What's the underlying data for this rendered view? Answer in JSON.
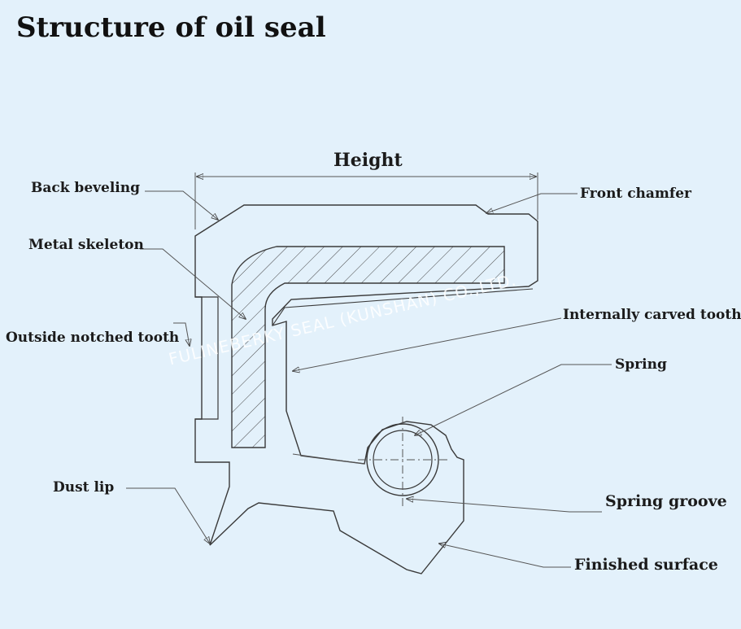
{
  "title": "Structure of oil seal",
  "labels": {
    "height": "Height",
    "back_beveling": "Back beveling",
    "front_chamfer": "Front chamfer",
    "metal_skeleton": "Metal skeleton",
    "internally_carved_tooth": "Internally carved tooth",
    "outside_notched_tooth": "Outside notched tooth",
    "spring": "Spring",
    "dust_lip": "Dust lip",
    "spring_groove": "Spring groove",
    "finished_surface": "Finished surface"
  },
  "watermark": "FULINEBERKY SEAL (KUNSHAN) CO.,LTD.",
  "colors": {
    "background": "#e3f1fb",
    "line": "#3a3a3a",
    "leader": "#555555"
  }
}
